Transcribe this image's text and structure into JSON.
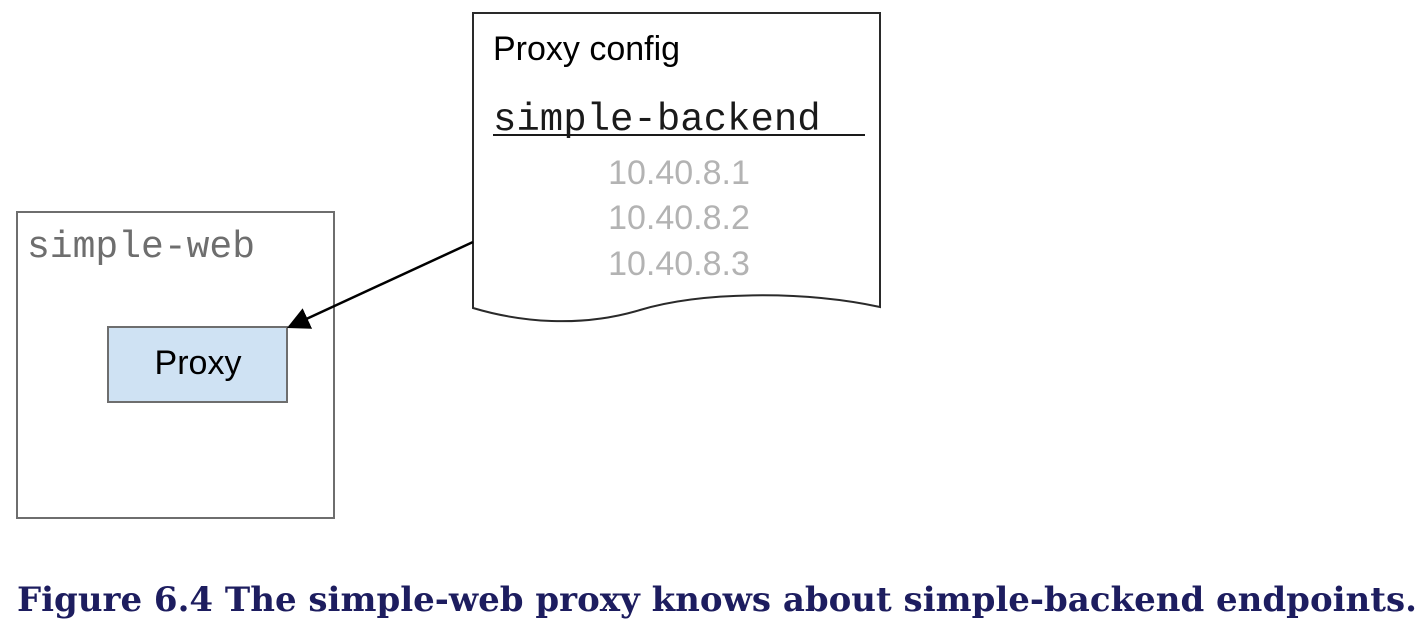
{
  "diagram": {
    "host_box": {
      "label": "simple-web",
      "inner_box": {
        "label": "Proxy",
        "fill": "#cfe2f3"
      }
    },
    "config_document": {
      "title": "Proxy config",
      "service_name": "simple-backend",
      "endpoints": [
        "10.40.8.1",
        "10.40.8.2",
        "10.40.8.3"
      ]
    },
    "arrow": {
      "from": "config_document",
      "to": "host_box.inner_box"
    }
  },
  "caption": {
    "text": "Figure 6.4 The simple-web proxy knows about simple-backend endpoints.",
    "color": "#1d1d5f"
  },
  "colors": {
    "border": "#6e6e6e",
    "document_border": "#2a2a2a",
    "endpoint_text": "#b3b3b3",
    "host_label": "#6e6e6e",
    "text": "#000000"
  }
}
